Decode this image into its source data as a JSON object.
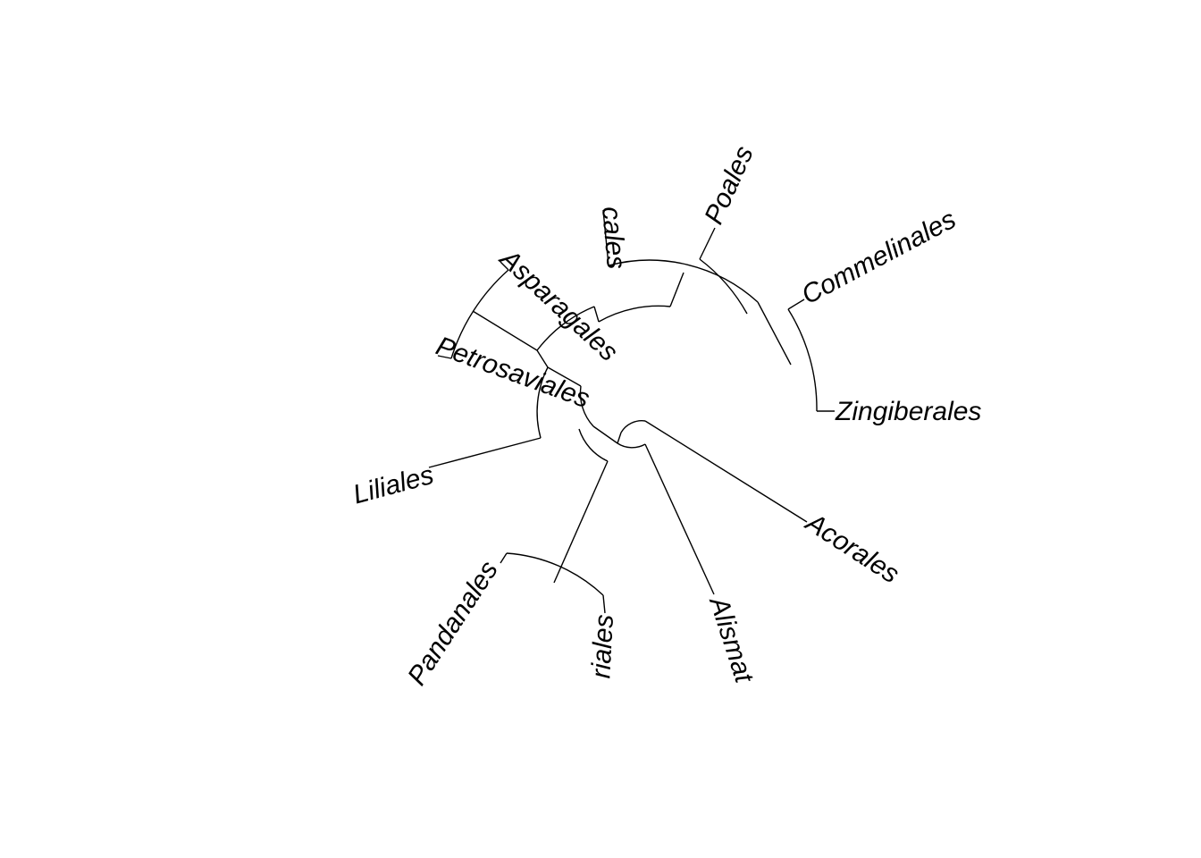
{
  "tree": {
    "tips": [
      {
        "id": "asparagales",
        "label": "Asparagales"
      },
      {
        "id": "arecales",
        "label": "cales"
      },
      {
        "id": "poales",
        "label": "Poales"
      },
      {
        "id": "commelinales",
        "label": "Commelinales"
      },
      {
        "id": "zingiberales",
        "label": "Zingiberales"
      },
      {
        "id": "petrosaviales",
        "label": "Petrosaviales"
      },
      {
        "id": "liliales",
        "label": "Liliales"
      },
      {
        "id": "pandanales",
        "label": "Pandanales"
      },
      {
        "id": "dioscoreales",
        "label": "riales"
      },
      {
        "id": "alismatales",
        "label": "Alismat"
      },
      {
        "id": "acorales",
        "label": "Acorales"
      }
    ]
  }
}
